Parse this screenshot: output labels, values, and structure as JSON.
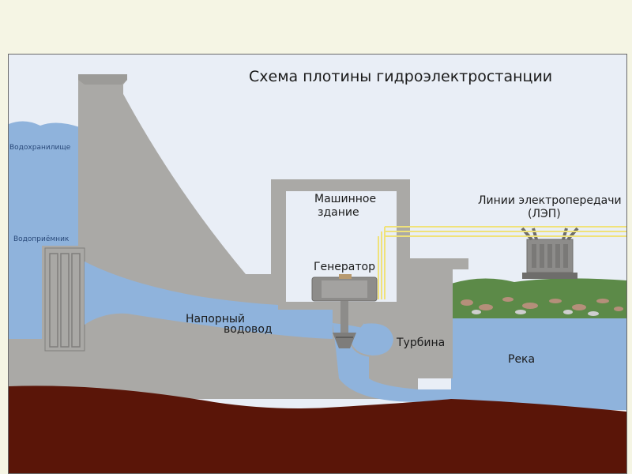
{
  "title": "Схема плотины гидроэлектростанции",
  "labels": {
    "reservoir": "Водохранилище",
    "intake": "Водоприёмник",
    "penstock_line1": "Напорный",
    "penstock_line2": "водовод",
    "powerhouse_line1": "Машинное",
    "powerhouse_line2": "здание",
    "generator": "Генератор",
    "turbine": "Турбина",
    "power_lines_line1": "Линии электропередачи",
    "power_lines_line2": "(ЛЭП)",
    "river": "Река"
  },
  "colors": {
    "concrete": "#aaa9a6",
    "water": "#8fb3dc",
    "sky": "#e9eef6",
    "ground": "#5a1508",
    "grass": "#5c8a48",
    "power_line": "#f0e27a"
  }
}
